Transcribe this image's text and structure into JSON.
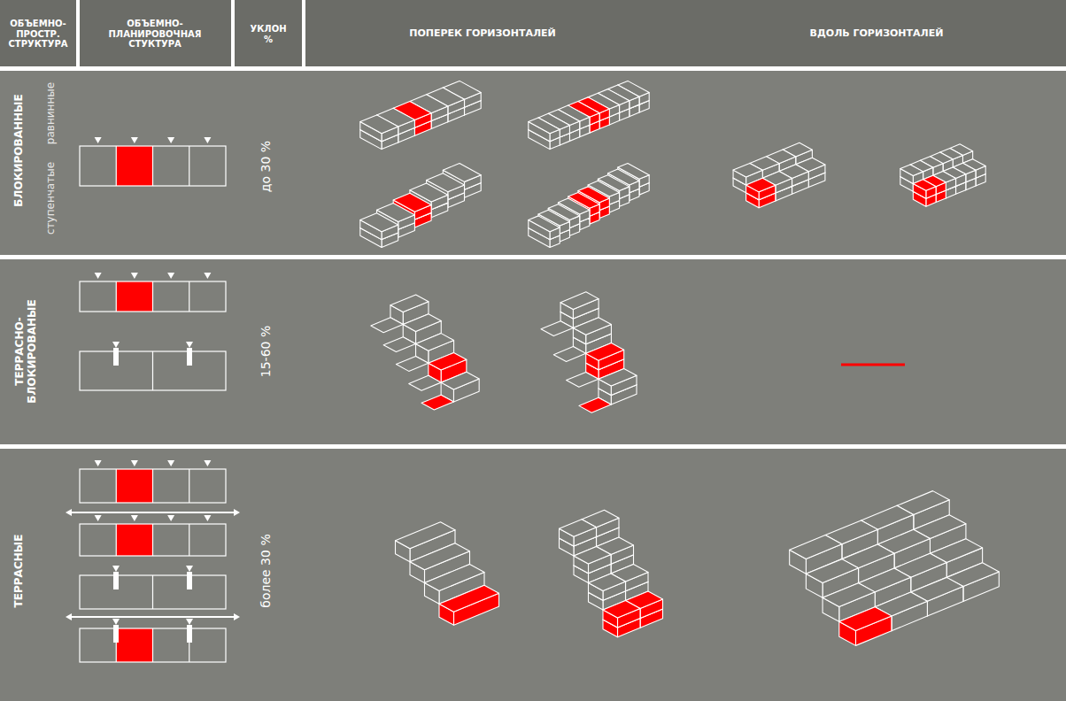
{
  "diagram": {
    "labels": [
      "ОБЪЕМНО-ПРОСТР. СТРУКТУРА",
      "ОБЪЕМНО-ПЛАНИРОВОЧНАЯ СТУКТУРА",
      "УКЛОН %",
      "ПОПЕРЕК ГОРИЗОНТАЛЕЙ",
      "ВДОЛЬ ГОРИЗОНТАЛЕЙ",
      "БЛОКИРОВАННЫЕ",
      "ступенчатые",
      "равнинные",
      "до 30 %",
      "ТЕРРАСНО-БЛОКИРОВАНЫЕ",
      "15-60 %",
      "ТЕРРАСНЫЕ",
      "более 30 %"
    ]
  }
}
